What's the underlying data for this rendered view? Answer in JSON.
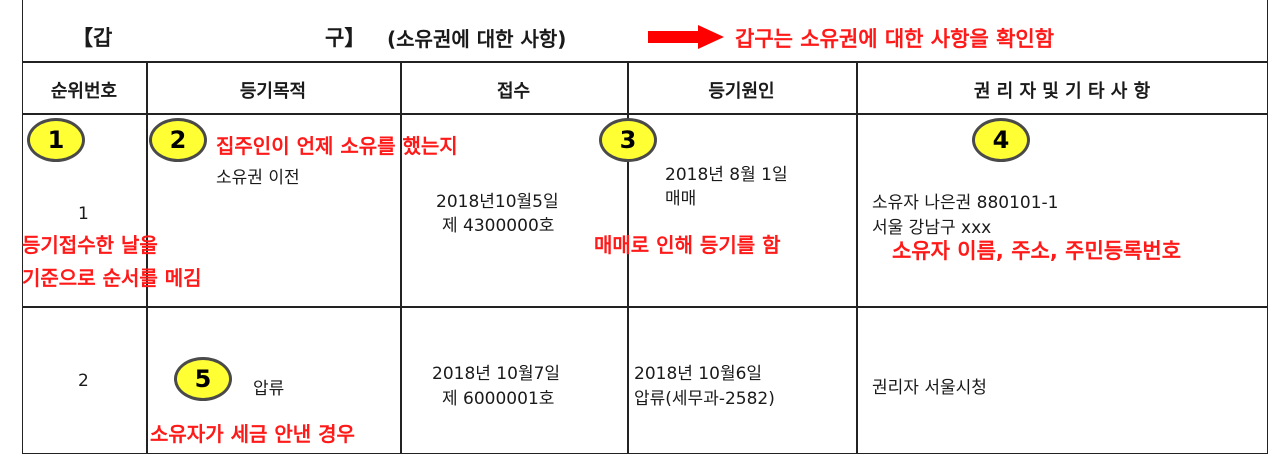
{
  "title": {
    "left": "【갑",
    "right": "구】",
    "paren": "(소유권에 대한 사항)",
    "note": "갑구는 소유권에 대한 사항을 확인함"
  },
  "columns": [
    "순위번호",
    "등기목적",
    "접수",
    "등기원인",
    "권 리 자  및  기 타 사 항"
  ],
  "rows": [
    {
      "rank": "1",
      "purpose": "소유권 이전",
      "receipt_line1": "2018년10월5일",
      "receipt_line2": "제 4300000호",
      "cause_line1": "2018년 8월 1일",
      "cause_line2": "매매",
      "holder_line1": "소유자 나은권 880101-1",
      "holder_line2": "서울 강남구 xxx"
    },
    {
      "rank": "2",
      "purpose": "압류",
      "receipt_line1": "2018년 10월7일",
      "receipt_line2": "제 6000001호",
      "cause_line1": "2018년 10월6일",
      "cause_line2": "압류(세무과-2582)",
      "holder_line1": "권리자 서울시청"
    }
  ],
  "markers": [
    "1",
    "2",
    "3",
    "4",
    "5"
  ],
  "annotations": {
    "rank_line1": "등기접수한 날을",
    "rank_line2": "기준으로 순서를 메김",
    "purpose": "집주인이 언제 소유를 했는지",
    "cause": "매매로 인해 등기를 함",
    "holder": "소유자 이름, 주소, 주민등록번호",
    "seizure": "소유자가 세금 안낸 경우"
  },
  "colors": {
    "annotation": "#ff1a1a",
    "marker_fill": "#ffff33",
    "border": "#222222"
  }
}
